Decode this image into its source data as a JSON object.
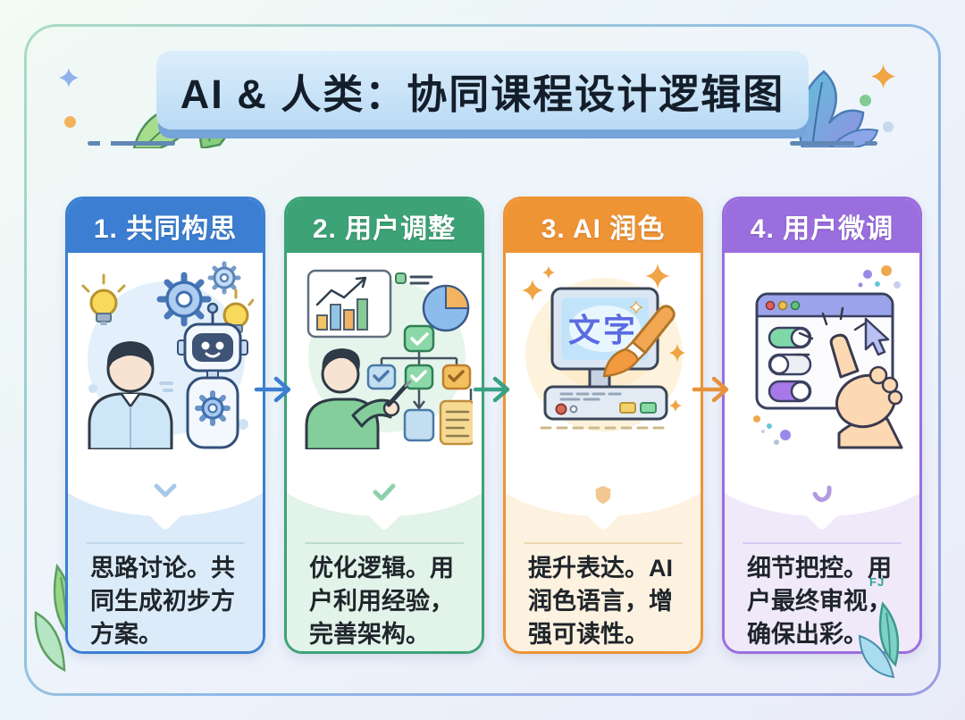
{
  "header": {
    "title": "AI & 人类：协同课程设计逻辑图"
  },
  "watermark": "FJ",
  "colors": {
    "banner_bg": "#c9e3f8",
    "banner_shadow": "#76a3da",
    "step1": "#3c7fd2",
    "step1_tint": "#dcebf9",
    "step2": "#3da376",
    "step2_tint": "#e2f3e9",
    "step3": "#ef9435",
    "step3_tint": "#fdf2e0",
    "step4": "#9a6ede",
    "step4_tint": "#efe9fa",
    "arrow1": "#3c7fd2",
    "arrow2": "#3aa183",
    "arrow3": "#e8923c"
  },
  "steps": [
    {
      "title": "1. 共同构思",
      "lines": [
        "思路讨论。共",
        "同生成初步方",
        "方案。"
      ],
      "description": "思路讨论。共同生成初步方方案。",
      "illustration": "human-and-robot-brainstorm"
    },
    {
      "title": "2. 用户调整",
      "lines": [
        "优化逻辑。用",
        "户利用经验，",
        "完善架构。"
      ],
      "description": "优化逻辑。用户利用经验，完善架构。",
      "illustration": "user-refining-flowchart"
    },
    {
      "title": "3. AI 润色",
      "lines": [
        "提升表达。AI",
        "润色语言，增",
        "强可读性。"
      ],
      "description": "提升表达。AI润色语言，增强可读性。",
      "illustration": "computer-screen-text-paintbrush",
      "screen_text": "文字"
    },
    {
      "title": "4. 用户微调",
      "lines": [
        "细节把控。用",
        "户最终审视，",
        "确保出彩。"
      ],
      "description": "细节把控。用户最终审视，确保出彩。",
      "illustration": "settings-panel-hand-click"
    }
  ]
}
